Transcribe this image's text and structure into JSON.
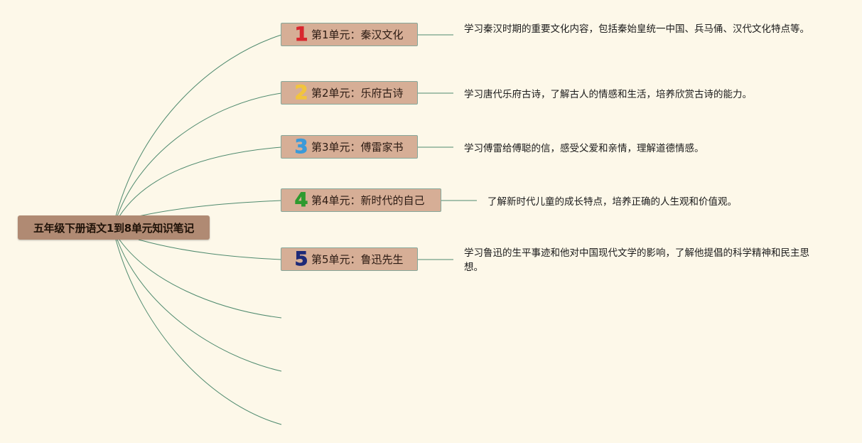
{
  "root": {
    "title": "五年级下册语文1到8单元知识笔记"
  },
  "units": [
    {
      "number": "1",
      "number_color": "#d8262e",
      "title": "第1单元：秦汉文化",
      "description": "学习秦汉时期的重要文化内容，包括秦始皇统一中国、兵马俑、汉代文化特点等。"
    },
    {
      "number": "2",
      "number_color": "#f2c43d",
      "title": "第2单元：乐府古诗",
      "description": "学习唐代乐府古诗，了解古人的情感和生活，培养欣赏古诗的能力。"
    },
    {
      "number": "3",
      "number_color": "#3a9ad9",
      "title": "第3单元：傅雷家书",
      "description": "学习傅雷给傅聪的信，感受父爱和亲情，理解道德情感。"
    },
    {
      "number": "4",
      "number_color": "#2e9a2e",
      "title": "第4单元：新时代的自己",
      "description": "了解新时代儿童的成长特点，培养正确的人生观和价值观。"
    },
    {
      "number": "5",
      "number_color": "#1e2a78",
      "title": "第5单元：鲁迅先生",
      "description": "学习鲁迅的生平事迹和他对中国现代文学的影响，了解他提倡的科学精神和民主思想。"
    }
  ],
  "colors": {
    "background": "#fdf8e9",
    "root_fill": "#b08a73",
    "topic_fill": "#d6ae96",
    "connector": "#4f8a6e"
  }
}
